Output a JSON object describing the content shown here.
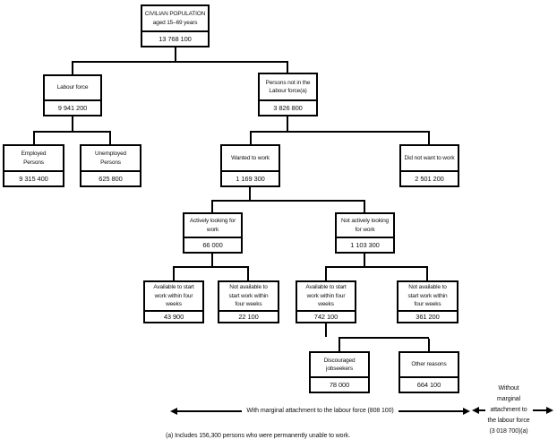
{
  "nodes": {
    "civilian": {
      "title": "CIVILIAN POPULATION\naged 15–69 years",
      "value": "13 768 100"
    },
    "labour_force": {
      "title": "Labour force",
      "value": "9 941 200"
    },
    "not_in_labour_force": {
      "title": "Persons not in the\nLabour force(a)",
      "value": "3 826 800"
    },
    "employed": {
      "title": "Employed\nPersons",
      "value": "9 315 400"
    },
    "unemployed": {
      "title": "Unemployed\nPersons",
      "value": "625 800"
    },
    "wanted_to_work": {
      "title": "Wanted to work",
      "value": "1 169 300"
    },
    "did_not_want": {
      "title": "Did not want to work",
      "value": "2 501 200"
    },
    "actively_looking": {
      "title": "Actively looking for\nwork",
      "value": "66 000"
    },
    "not_actively_looking": {
      "title": "Not actively looking\nfor work",
      "value": "1 103 300"
    },
    "available_active": {
      "title": "Available to start\nwork within four\nweeks",
      "value": "43 900"
    },
    "not_available_active": {
      "title": "Not available to\nstart work within\nfour weeks",
      "value": "22 100"
    },
    "available_not_active": {
      "title": "Available to start\nwork within four\nweeks",
      "value": "742 100"
    },
    "not_available_not_active": {
      "title": "Not available to\nstart work within\nfour weeks",
      "value": "361 200"
    },
    "discouraged": {
      "title": "Discouraged\njobseekers",
      "value": "78 000"
    },
    "other_reasons": {
      "title": "Other reasons",
      "value": "664 100"
    }
  },
  "annotations": {
    "with_marginal": "With marginal attachment to the labour force (808 100)",
    "without_marginal": "Without\nmarginal\nattachment to\nthe labour force\n(3 018 700)(a)"
  },
  "footnote": "(a) Includes 156,300 persons who were permanently unable to work.",
  "colors": {
    "line": "#000000",
    "background": "#ffffff",
    "text": "#111111"
  }
}
